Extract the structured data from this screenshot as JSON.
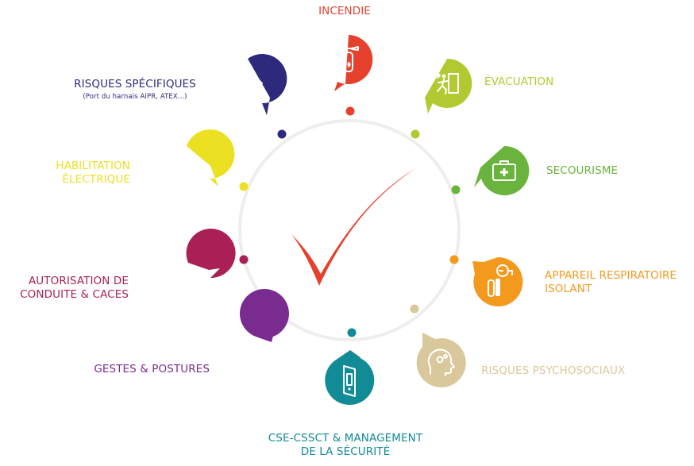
{
  "items": [
    {
      "id": "incendie",
      "label": "INCENDIE",
      "color": "#e5412d",
      "icon": "fire-extinguisher-icon"
    },
    {
      "id": "evacuation",
      "label": "ÉVACUATION",
      "color": "#b3c931",
      "icon": "exit-door-icon"
    },
    {
      "id": "secourisme",
      "label": "SECOURISME",
      "color": "#6ab43e",
      "icon": "first-aid-kit-icon"
    },
    {
      "id": "appareil",
      "label": "APPAREIL  RESPIRATOIRE",
      "label2": "ISOLANT",
      "color": "#f39a1e",
      "icon": "breathing-apparatus-icon"
    },
    {
      "id": "psycho",
      "label": "RISQUES  PSYCHOSOCIAUX",
      "color": "#d9c89b",
      "icon": "head-gears-icon"
    },
    {
      "id": "cse",
      "label": "CSE-CSSCT  & MANAGEMENT",
      "label2": "DE LA  SÉCURITÉ",
      "color": "#118b95",
      "icon": "binder-icon"
    },
    {
      "id": "gestes",
      "label": "GESTES & POSTURES",
      "color": "#7a2b8f",
      "icon": "person-lifting-icon"
    },
    {
      "id": "autorisation",
      "label": "AUTORISATION DE",
      "label2": "CONDUITE & CACES",
      "color": "#ab1f57",
      "icon": "forklift-icon"
    },
    {
      "id": "habilitation",
      "label": "HABILITATION",
      "label2": "ÉLECTRIQUE",
      "color": "#ece022",
      "icon": "electrical-hazard-icon"
    },
    {
      "id": "specifiques",
      "label": "RISQUES   SPÉCIFIQUES",
      "sublabel": "(Port du harnais AIPR, ATEX...)",
      "color": "#2d2a7e",
      "icon": "hazard-worker-icon"
    }
  ],
  "check_color": "#e5412d",
  "ring_color": "#eeeeee"
}
